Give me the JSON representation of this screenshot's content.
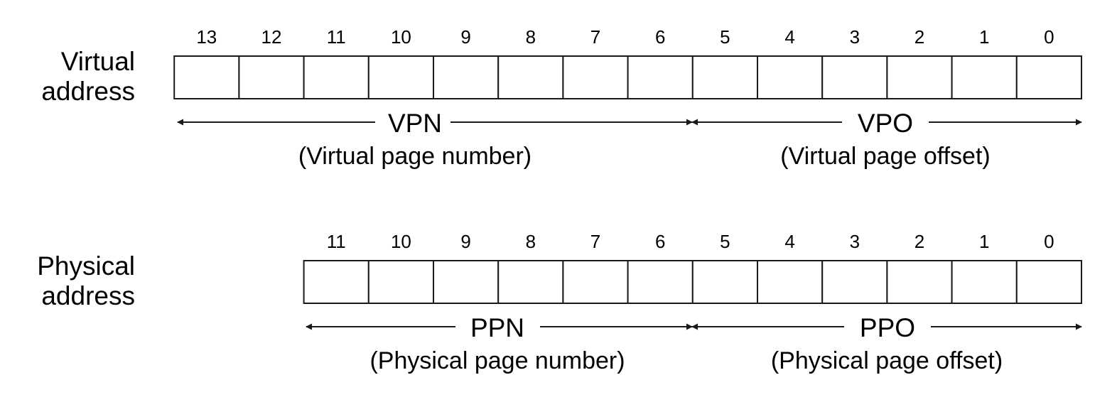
{
  "virtual": {
    "label_line1": "Virtual",
    "label_line2": "address",
    "bits": [
      "13",
      "12",
      "11",
      "10",
      "9",
      "8",
      "7",
      "6",
      "5",
      "4",
      "3",
      "2",
      "1",
      "0"
    ],
    "left_field": {
      "name": "VPN",
      "desc": "(Virtual page number)"
    },
    "right_field": {
      "name": "VPO",
      "desc": "(Virtual page offset)"
    }
  },
  "physical": {
    "label_line1": "Physical",
    "label_line2": "address",
    "bits": [
      "11",
      "10",
      "9",
      "8",
      "7",
      "6",
      "5",
      "4",
      "3",
      "2",
      "1",
      "0"
    ],
    "left_field": {
      "name": "PPN",
      "desc": "(Physical page number)"
    },
    "right_field": {
      "name": "PPO",
      "desc": "(Physical page offset)"
    }
  }
}
